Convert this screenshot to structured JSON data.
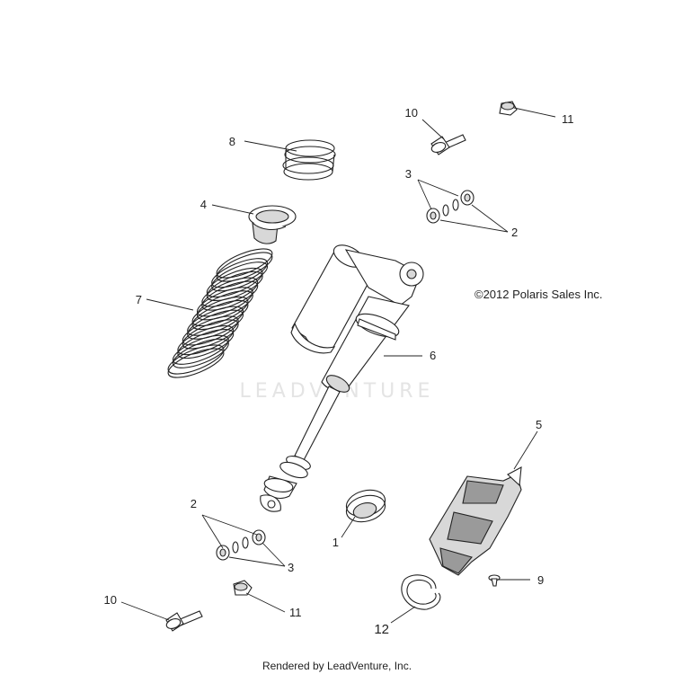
{
  "copyright": "©2012 Polaris Sales Inc.",
  "watermark": "LEADVENTURE",
  "footer": "Rendered by LeadVenture, Inc.",
  "callouts": {
    "c1": "1",
    "c2_top": "2",
    "c2_bottom": "2",
    "c3_top": "3",
    "c3_bottom": "3",
    "c4": "4",
    "c5": "5",
    "c6": "6",
    "c7": "7",
    "c8": "8",
    "c9": "9",
    "c10_top": "10",
    "c10_bottom": "10",
    "c11_top": "11",
    "c11_bottom": "11",
    "c12": "12"
  }
}
